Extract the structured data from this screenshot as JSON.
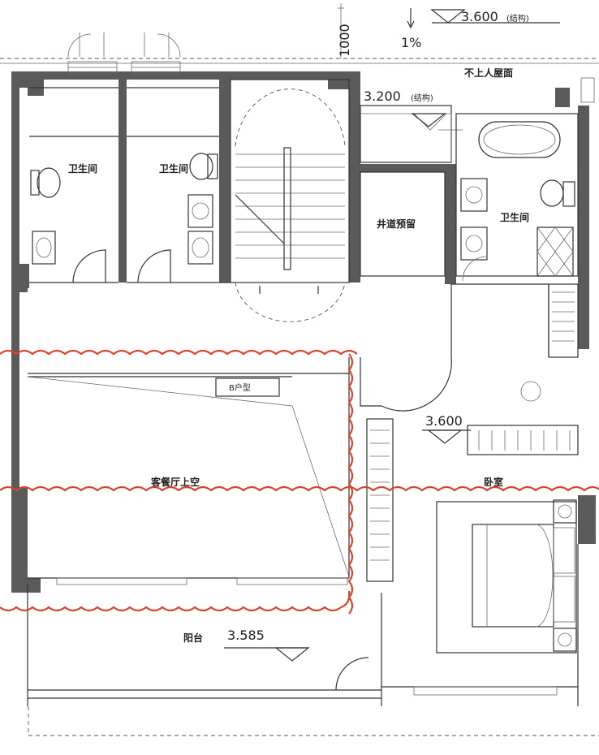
{
  "rooms": {
    "bath1": "卫生间",
    "bath2": "卫生间",
    "bath3": "卫生间",
    "shaft": "井道预留",
    "void": "客餐厅上空",
    "unit": "B户型",
    "balcony": "阳台",
    "bedroom": "卧室",
    "roof": "不上人屋面"
  },
  "elevations": {
    "top": "3.600",
    "top_note": "(结构)",
    "roof": "3.200",
    "roof_note": "(结构)",
    "hall": "3.600",
    "balcony": "3.585"
  },
  "slope": "1%",
  "dimension": "1000",
  "colors": {
    "wall": "#5a5a5a",
    "line": "#333333",
    "revision_cloud": "#d9452b"
  }
}
